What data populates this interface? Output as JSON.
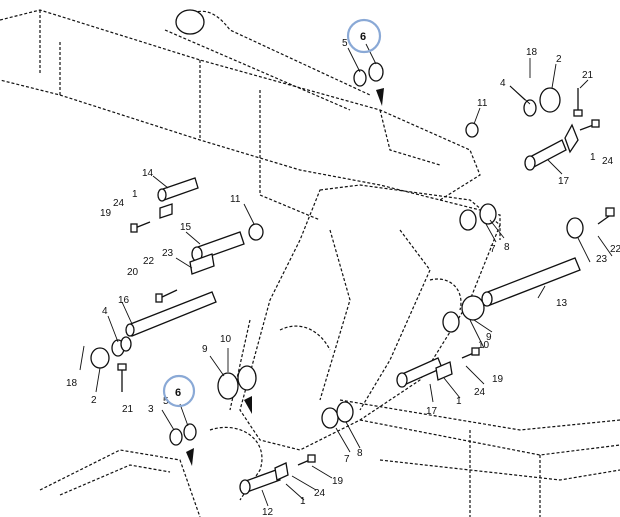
{
  "callouts": {
    "c1": "1",
    "c2": "2",
    "c3": "3",
    "c4": "4",
    "c5": "5",
    "c6": "6",
    "c7": "7",
    "c8": "8",
    "c9": "9",
    "c10": "10",
    "c11": "11",
    "c12": "12",
    "c13": "13",
    "c14": "14",
    "c15": "15",
    "c16": "16",
    "c17": "17",
    "c18": "18",
    "c19": "19",
    "c20": "20",
    "c21": "21",
    "c22": "22",
    "c23": "23",
    "c24": "24"
  },
  "highlight_color": "#8aa9d6",
  "highlighted_part": "6"
}
